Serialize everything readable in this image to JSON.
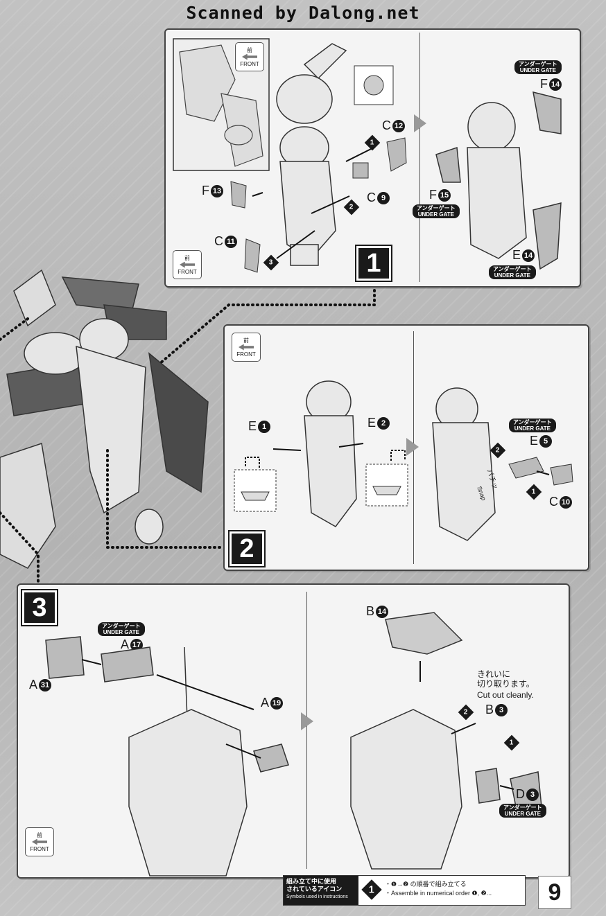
{
  "watermark": "Scanned by Dalong.net",
  "front": {
    "jp": "前",
    "en": "FRONT"
  },
  "under_gate": {
    "jp": "アンダーゲート",
    "en": "UNDER GATE"
  },
  "steps": [
    {
      "number": "1",
      "parts": [
        {
          "letter": "C",
          "num": "12"
        },
        {
          "letter": "C",
          "num": "9"
        },
        {
          "letter": "F",
          "num": "13"
        },
        {
          "letter": "C",
          "num": "11"
        },
        {
          "letter": "F",
          "num": "14"
        },
        {
          "letter": "F",
          "num": "15"
        },
        {
          "letter": "E",
          "num": "14"
        }
      ],
      "order_marks": [
        "1",
        "2",
        "3"
      ]
    },
    {
      "number": "2",
      "parts": [
        {
          "letter": "E",
          "num": "1"
        },
        {
          "letter": "E",
          "num": "2"
        },
        {
          "letter": "E",
          "num": "5"
        },
        {
          "letter": "C",
          "num": "10"
        }
      ],
      "order_marks": [
        "2",
        "1"
      ],
      "snap_jp": "パチッ",
      "snap_en": "Snap"
    },
    {
      "number": "3",
      "parts": [
        {
          "letter": "A",
          "num": "17"
        },
        {
          "letter": "A",
          "num": "31"
        },
        {
          "letter": "A",
          "num": "19"
        },
        {
          "letter": "B",
          "num": "14"
        },
        {
          "letter": "B",
          "num": "3"
        },
        {
          "letter": "D",
          "num": "3"
        }
      ],
      "order_marks": [
        "2",
        "1"
      ],
      "note_jp_1": "きれいに",
      "note_jp_2": "切り取ります。",
      "note_en": "Cut out cleanly."
    }
  ],
  "legend": {
    "head_jp_1": "組み立て中に使用",
    "head_jp_2": "されているアイコン",
    "head_en": "Symbols used in instructions",
    "icon": "1",
    "line_jp": "・❶→❷ の順番で組み立てる",
    "line_en": "・Assemble in numerical order ❶, ❷..."
  },
  "page_number": "9",
  "colors": {
    "panel_bg": "#f4f4f4",
    "ink": "#1a1a1a",
    "page_bg": "#b9b9b9"
  }
}
